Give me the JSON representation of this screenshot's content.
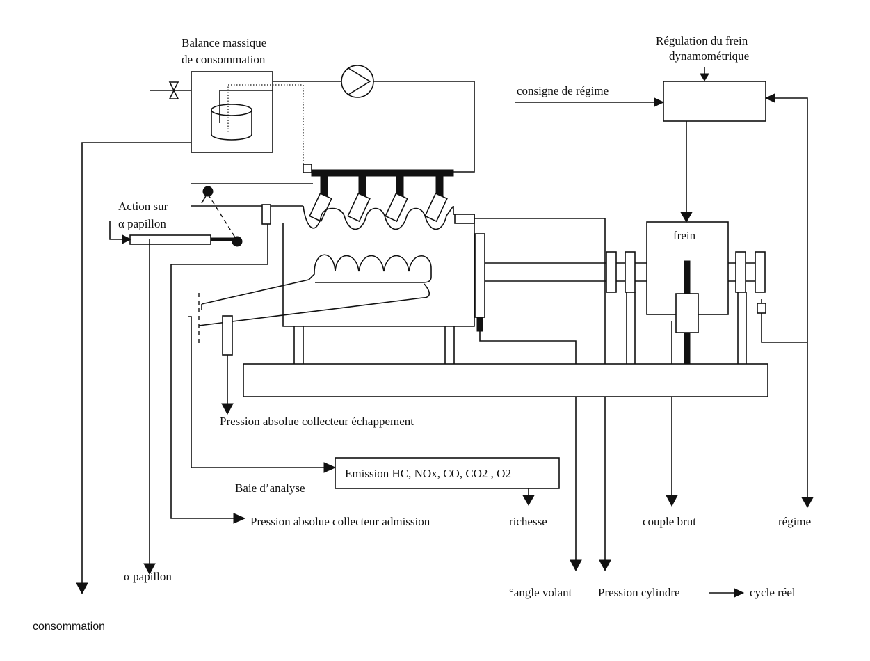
{
  "labels": {
    "balance_line1": "Balance massique",
    "balance_line2": "de consommation",
    "regulation_line1": "Régulation du frein",
    "regulation_line2": "dynamométrique",
    "consigne": "consigne de régime",
    "action_line1": "Action sur",
    "action_line2": "α papillon",
    "frein": "frein",
    "pression_echappement": "Pression absolue collecteur échappement",
    "emission": "Emission HC, NOx, CO, CO2 , O2",
    "baie": "Baie d’analyse",
    "pression_admission": "Pression absolue collecteur admission",
    "richesse": "richesse",
    "couple_brut": "couple brut",
    "regime": "régime",
    "alpha_papillon": "α papillon",
    "angle_volant": "°angle volant",
    "pression_cylindre": "Pression cylindre",
    "cycle_reel": "cycle réel",
    "consommation": "consommation"
  }
}
